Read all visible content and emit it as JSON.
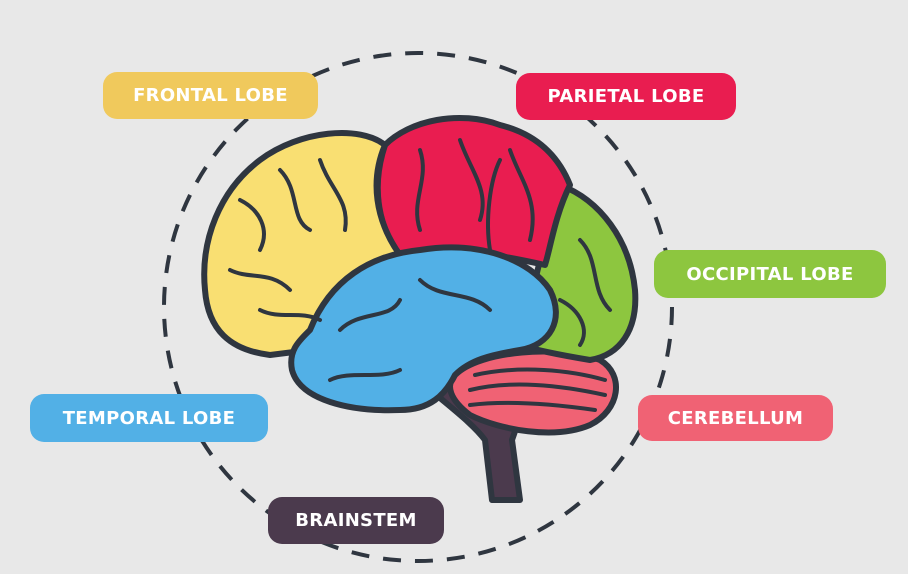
{
  "labels": {
    "frontal": "FRONTAL LOBE",
    "parietal": "PARIETAL LOBE",
    "occipital": "OCCIPITAL LOBE",
    "temporal": "TEMPORAL LOBE",
    "cerebellum": "CEREBELLUM",
    "brainstem": "BRAINSTEM"
  },
  "colors": {
    "background": "#e8e8e8",
    "frontal_label": "#f0c95c",
    "frontal": "#f9df72",
    "parietal": "#e91d50",
    "occipital": "#8dc63f",
    "temporal": "#52b0e6",
    "cerebellum": "#f06274",
    "brainstem": "#4b3a4d",
    "outline": "#2f3640"
  }
}
